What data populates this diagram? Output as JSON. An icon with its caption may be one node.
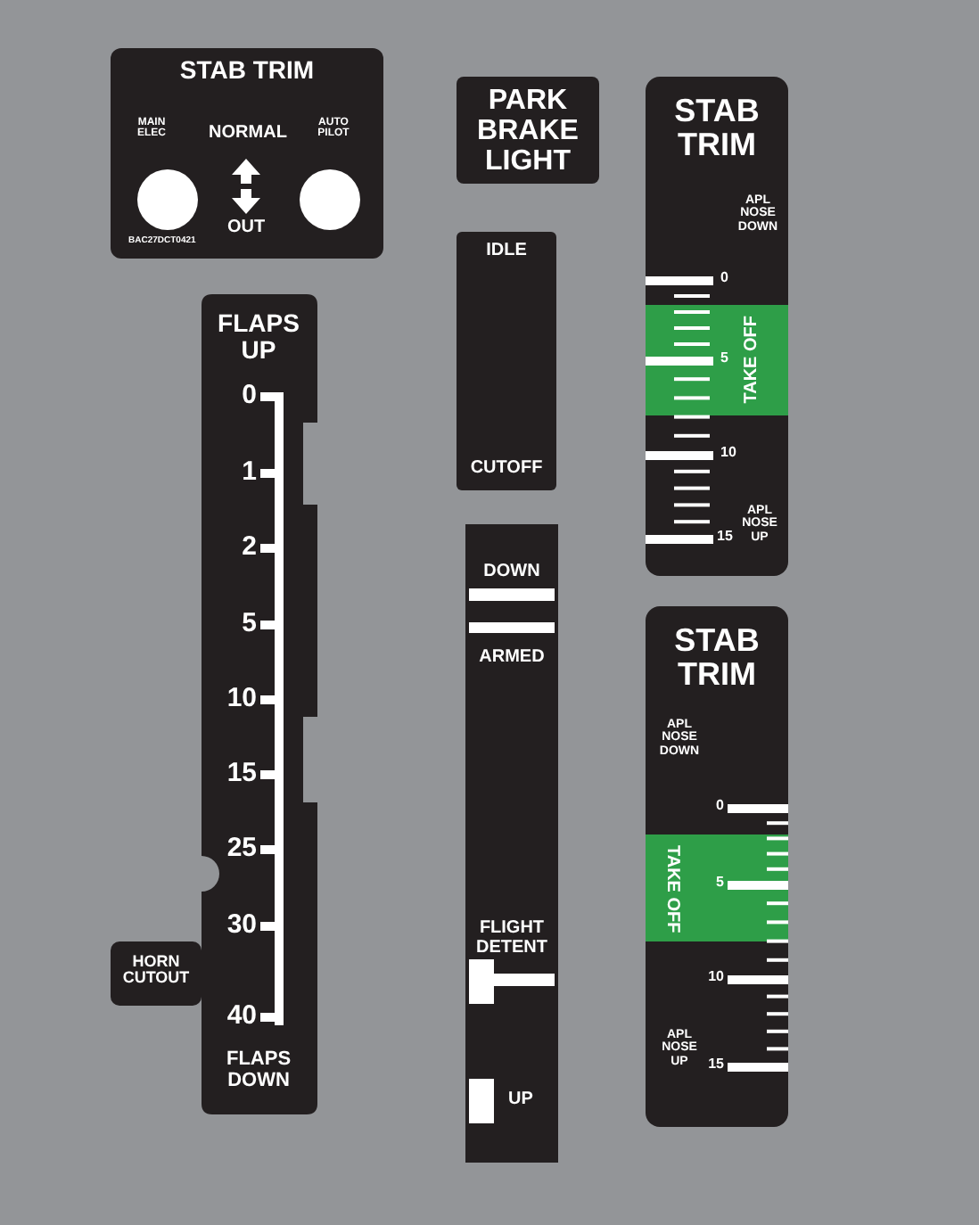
{
  "diagram": {
    "nodes": [
      {
        "text": [
          "STAB TRIM",
          "MAIN ELEC",
          "NORMAL",
          "AUTO PILOT",
          "OUT",
          "BAC27DCT0421"
        ]
      },
      {
        "text": [
          "PARK BRAKE LIGHT"
        ]
      },
      {
        "text": [
          "IDLE",
          "CUTOFF"
        ]
      },
      {
        "text": [
          "DOWN",
          "ARMED",
          "FLIGHT DETENT",
          "UP"
        ]
      },
      {
        "text": [
          "FLAPS UP",
          "0",
          "1",
          "2",
          "5",
          "10",
          "15",
          "25",
          "30",
          "40",
          "FLAPS DOWN"
        ]
      },
      {
        "text": [
          "HORN CUTOUT"
        ]
      },
      {
        "text": [
          "STAB TRIM",
          "APL NOSE DOWN",
          "0",
          "10",
          "15",
          "APL NOSE UP"
        ]
      },
      {
        "text": [
          "5",
          "TAKE OFF"
        ],
        "in": 6
      },
      {
        "text": [
          "STAB TRIM",
          "APL NOSE DOWN",
          "0",
          "10",
          "15",
          "APL NOSE UP"
        ]
      },
      {
        "text": [
          "5",
          "TAKE OFF"
        ],
        "in": 8
      }
    ],
    "edges": []
  }
}
